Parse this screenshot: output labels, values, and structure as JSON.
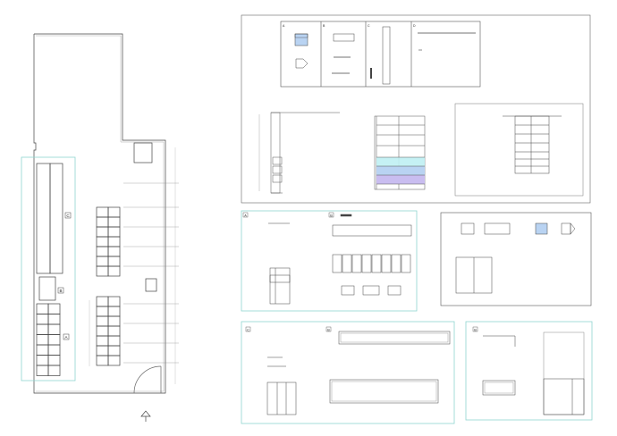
{
  "colors": {
    "line": "#444444",
    "thin": "#8a8a8a",
    "panel": "#8fd6cf",
    "blue": "#b9d3f2",
    "cyan": "#bfeff3",
    "purple": "#c9bdf0"
  },
  "floor_plan": {
    "zones": [
      {
        "key": "A",
        "label": "A"
      },
      {
        "key": "B",
        "label": "B"
      },
      {
        "key": "C",
        "label": "C"
      }
    ]
  },
  "panels": {
    "A": {
      "tag": "A",
      "sub": "B"
    },
    "B": {
      "tag": "B",
      "sub": "B"
    },
    "C": {
      "tag": "C",
      "sub": "B"
    },
    "D": {
      "tag": "B",
      "sub": "B"
    },
    "E": {
      "tag": "B",
      "sub": "B"
    }
  },
  "top_sheet": {
    "cells": [
      "A",
      "B",
      "C",
      "D"
    ]
  }
}
